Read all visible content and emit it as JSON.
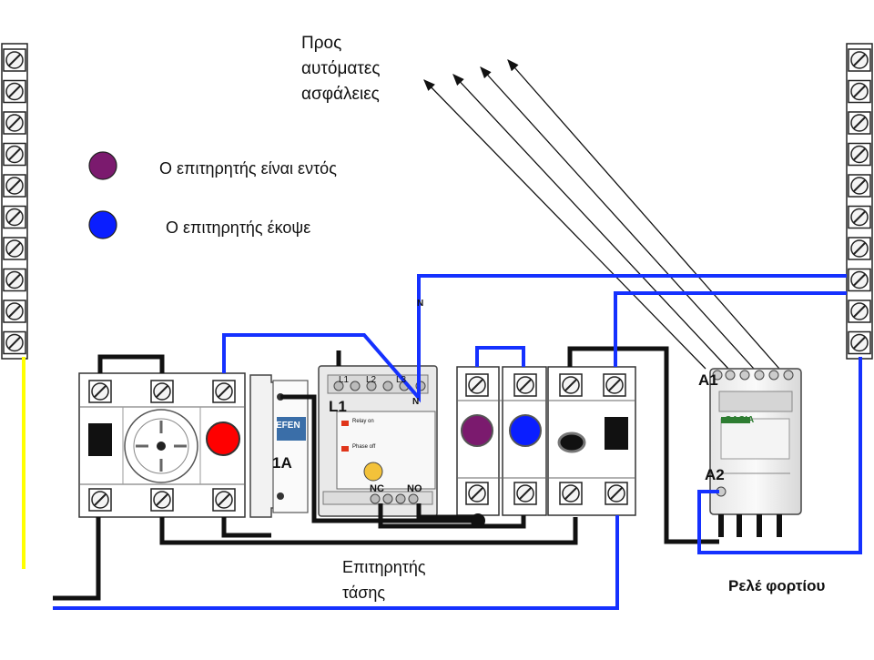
{
  "annotation": {
    "lines": [
      "Προς",
      "αυτόματες",
      "ασφάλειες"
    ]
  },
  "legend": {
    "on": {
      "text": "Ο επιτηρητής είναι εντός",
      "color": "#7b1a6e"
    },
    "off": {
      "text": "Ο επιτηρητής  έκοψε",
      "color": "#0a1eff"
    }
  },
  "labels": {
    "voltage_monitor": [
      "Επιτηρητής",
      "τάσης"
    ],
    "load_relay": "Ρελέ φορτίου",
    "breaker_rating": "1A",
    "l1": "L1",
    "n_top": "N",
    "n_module": "N",
    "nc": "NC",
    "no": "NO",
    "a1": "A1",
    "a2": "A2",
    "terminal_l1": "L1",
    "terminal_l2": "L2",
    "terminal_l3": "L3",
    "brand_efen": "EFEN",
    "brand_gacia": "GACIA",
    "monitor_relay_on": "Relay on",
    "monitor_phase_off": "Phase off"
  },
  "colors": {
    "wire_black": "#111111",
    "wire_blue": "#1531ff",
    "wire_yellow": "#ffff00",
    "lamp_red": "#ff0000",
    "lamp_purple": "#7b1a6e",
    "lamp_blue": "#0a1eff"
  }
}
